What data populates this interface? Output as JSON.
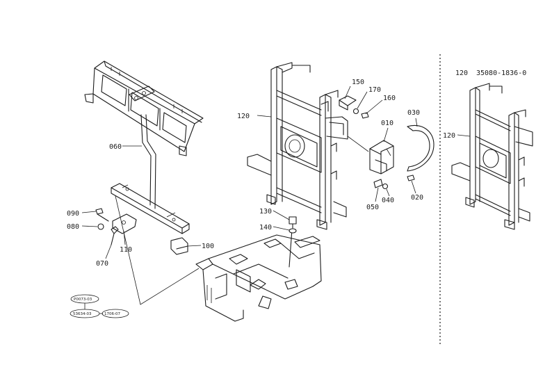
{
  "callouts": {
    "p010": "010",
    "p020": "020",
    "p030": "030",
    "p040": "040",
    "p050": "050",
    "p060": "060",
    "p070": "070",
    "p080": "080",
    "p090": "090",
    "p100": "100",
    "p110": "110",
    "p120": "120",
    "p130": "130",
    "p140": "140",
    "p150": "150",
    "p160": "160",
    "p170": "170",
    "p120_inset": "120"
  },
  "inset": {
    "part_no": "120",
    "code": "35080-1836-0"
  },
  "stamps": {
    "top": "P0073-03",
    "left": "53634-03",
    "right": "1706-07"
  }
}
